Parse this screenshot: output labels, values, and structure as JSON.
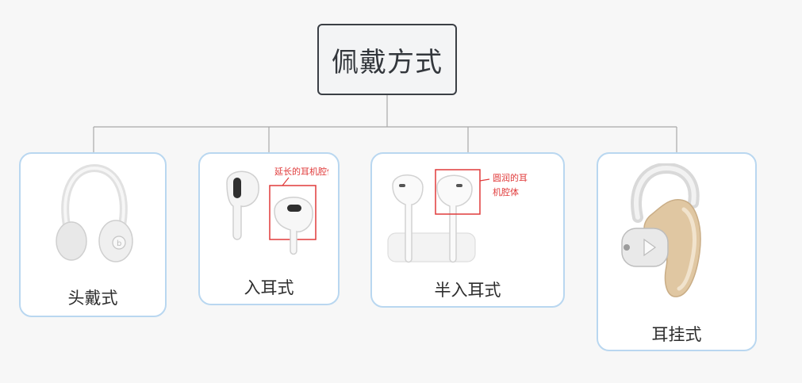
{
  "root": {
    "label": "佩戴方式"
  },
  "categories": [
    {
      "id": "headband",
      "label": "头戴式",
      "icon": "headphones-icon"
    },
    {
      "id": "in-ear",
      "label": "入耳式",
      "icon": "airpods-pro-icon",
      "annotation": "延长的耳机腔体"
    },
    {
      "id": "semi-in-ear",
      "label": "半入耳式",
      "icon": "airpods-icon",
      "annotation_line1": "圆润的耳",
      "annotation_line2": "机腔体"
    },
    {
      "id": "ear-hook",
      "label": "耳挂式",
      "icon": "ear-hook-headset-icon"
    }
  ],
  "colors": {
    "card_border": "#b9d7f0",
    "root_border": "#3b3f45",
    "connector": "#a9a9a9",
    "annotation": "#e03a3a"
  }
}
